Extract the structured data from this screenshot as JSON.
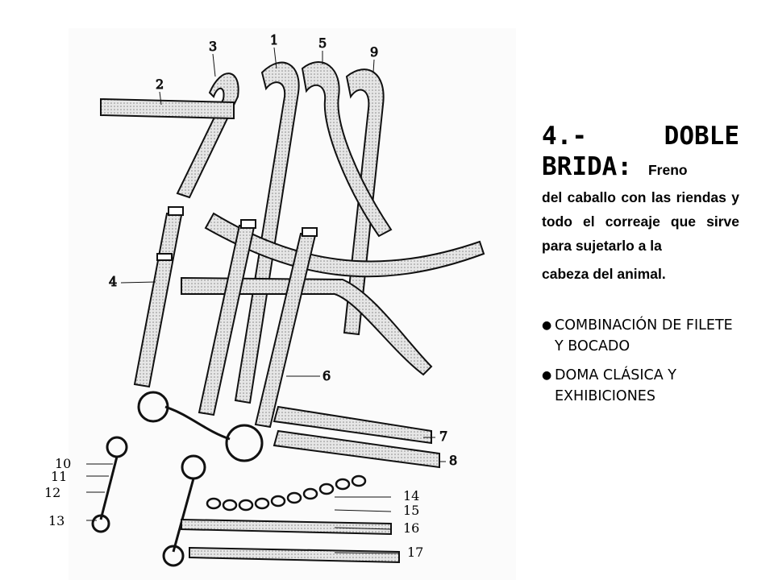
{
  "title": {
    "part1": "4.-",
    "part2": "DOBLE",
    "part3": "BRIDA:"
  },
  "description": {
    "inline_start": "Freno",
    "body": "del caballo con las riendas y todo el correaje que sirve para sujetarlo a la",
    "last_line": "cabeza del animal."
  },
  "bullets": [
    {
      "mark": "●",
      "text": "COMBINACIÓN DE FILETE Y BOCADO"
    },
    {
      "mark": "●",
      "text": "DOMA CLÁSICA Y EXHIBICIONES"
    }
  ],
  "diagram": {
    "callouts": [
      "1",
      "2",
      "3",
      "4",
      "5",
      "6",
      "7",
      "8",
      "9",
      "10",
      "11",
      "12",
      "13",
      "14",
      "15",
      "16",
      "17"
    ]
  }
}
